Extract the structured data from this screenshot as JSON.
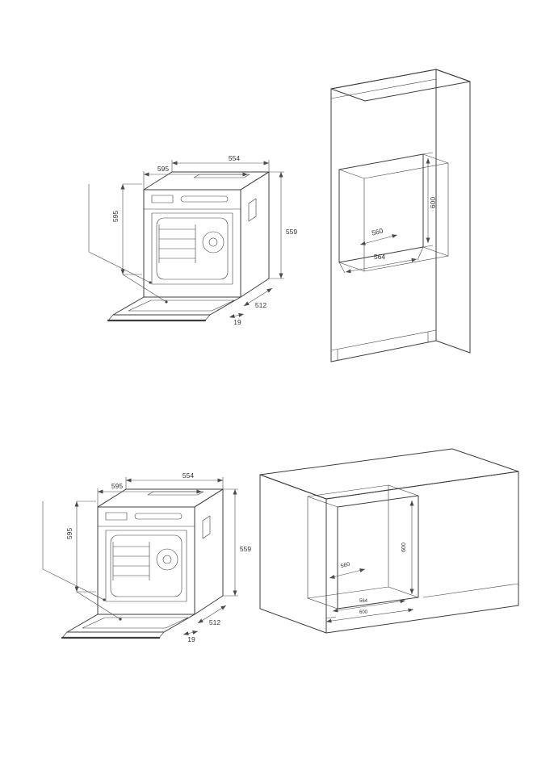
{
  "colors": {
    "background": "#ffffff",
    "line": "#3d3d3d",
    "dimension": "#4a4a4a",
    "text": "#333333"
  },
  "top_section": {
    "oven": {
      "width_top": "554",
      "width_frame": "595",
      "height_frame": "595",
      "height": "559",
      "depth": "512",
      "door_thickness": "19"
    },
    "tall_cabinet": {
      "niche_depth": "560",
      "niche_width": "564",
      "niche_height": "600"
    }
  },
  "bottom_section": {
    "oven": {
      "width_top": "554",
      "width_frame": "595",
      "height_frame": "595",
      "height": "559",
      "depth": "512",
      "door_thickness": "19"
    },
    "base_cabinet": {
      "niche_depth": "560",
      "niche_height": "600",
      "niche_width": "564",
      "cabinet_width": "600"
    }
  }
}
